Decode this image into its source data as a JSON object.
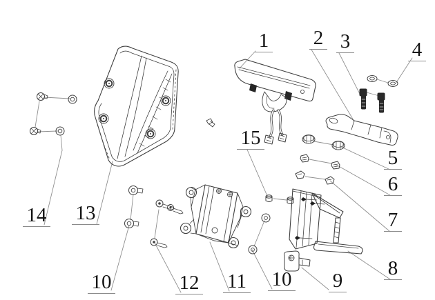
{
  "diagram": {
    "type": "exploded-parts-diagram",
    "description_texts": [],
    "colors": {
      "background": "#ffffff",
      "part_line": "#3f3f3f",
      "leader_line": "#8f8f8f",
      "label_text": "#141414",
      "dark_fastener": "#262626"
    },
    "callouts": [
      {
        "label": "1"
      },
      {
        "label": "2"
      },
      {
        "label": "3"
      },
      {
        "label": "4"
      },
      {
        "label": "5"
      },
      {
        "label": "6"
      },
      {
        "label": "7"
      },
      {
        "label": "8"
      },
      {
        "label": "9"
      },
      {
        "label": "10"
      },
      {
        "label": "11"
      },
      {
        "label": "12"
      },
      {
        "label": "10"
      },
      {
        "label": "13"
      },
      {
        "label": "14"
      },
      {
        "label": "15"
      }
    ]
  }
}
